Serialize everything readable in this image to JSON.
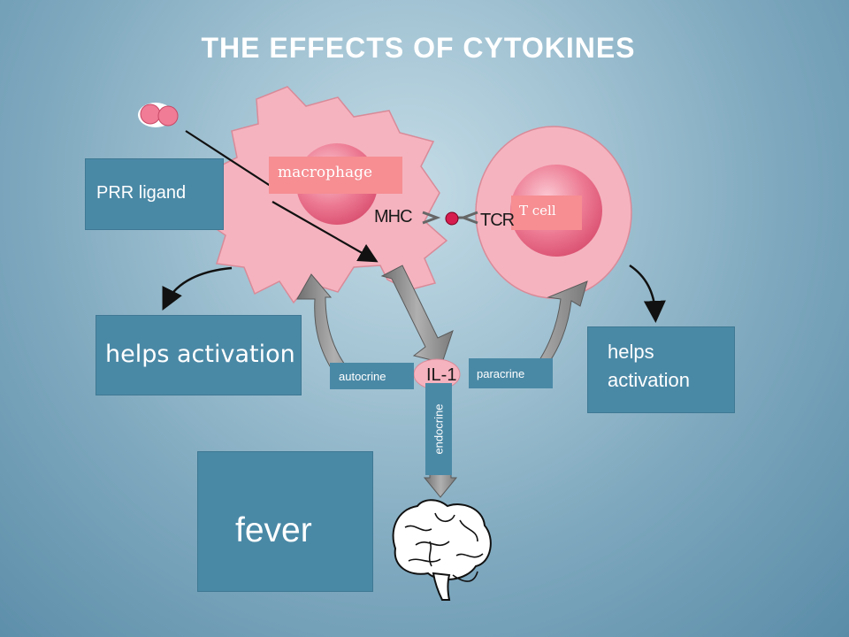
{
  "title": "THE EFFECTS OF CYTOKINES",
  "boxes": {
    "prr_ligand": "PRR ligand",
    "helps_activation_left": "helps activation",
    "helps_activation_right": "helps activation",
    "fever": "fever"
  },
  "tags": {
    "macrophage": "macrophage",
    "t_cell": "T cell"
  },
  "signaling": {
    "autocrine": "autocrine",
    "paracrine": "paracrine",
    "endocrine": "endocrine",
    "cytokine": "IL-1"
  },
  "receptors": {
    "mhc": "MHC",
    "tcr": "TCR"
  },
  "colors": {
    "box": "#4a89a6",
    "tag": "#f68e92",
    "cell": "#f5b3bf",
    "nucleus": "#e8647f",
    "arrow": "#8c8c8c",
    "title": "#ffffff"
  },
  "icons": [
    "pathogen-icon",
    "brain-icon"
  ]
}
